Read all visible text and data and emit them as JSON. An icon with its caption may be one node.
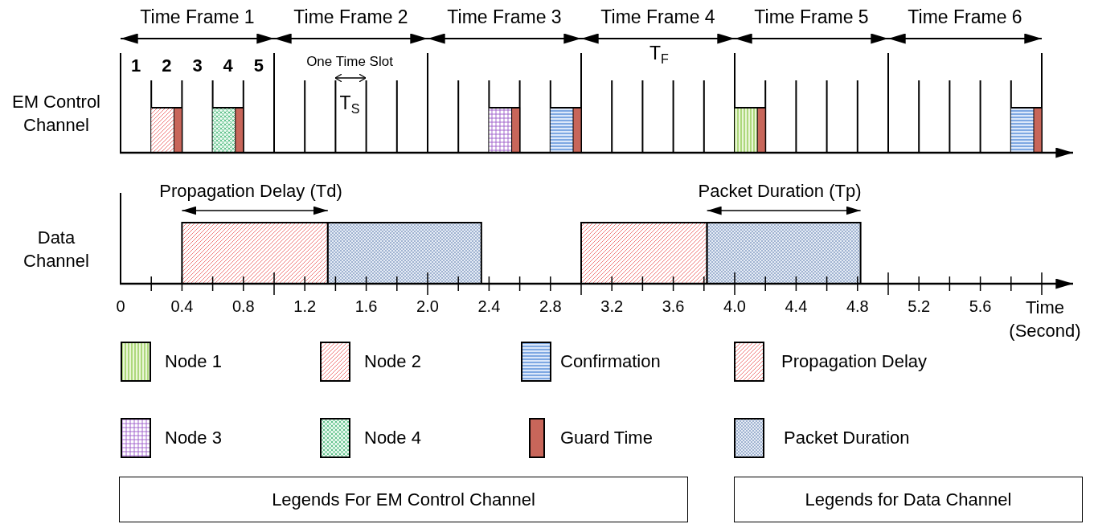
{
  "diagram": {
    "nodes": [
      {
        "text": [
          "Legends For EM Control Channel"
        ]
      },
      {
        "text": [
          "Legends for Data Channel"
        ]
      }
    ],
    "labels": [
      "Time Frame 1",
      "Time Frame 2",
      "Time Frame 3",
      "Time Frame 4",
      "Time Frame 5",
      "Time Frame 6",
      "1",
      "2",
      "3",
      "4",
      "5",
      "One Time Slot",
      "T$_{F}$",
      "EM Control Channel",
      "T$_{S}$",
      "Propagation Delay (Td)",
      "Packet Duration (Tp)",
      "Data Channel",
      "0",
      "0.4",
      "0.8",
      "1.2",
      "1.6",
      "2.0",
      "2.4",
      "2.8",
      "3.2",
      "3.6",
      "4.0",
      "4.4",
      "4.8",
      "5.2",
      "5.6",
      "Time (Second)"
    ],
    "legend": [
      {
        "text": "Node 1"
      },
      {
        "text": "Node 2"
      },
      {
        "text": "Confirmation"
      },
      {
        "text": "Propagation Delay"
      },
      {
        "text": "Node 3"
      },
      {
        "text": "Node 4"
      },
      {
        "text": "Guard Time",
        "color": "#c8665a"
      },
      {
        "text": "Packet Duration"
      }
    ]
  }
}
